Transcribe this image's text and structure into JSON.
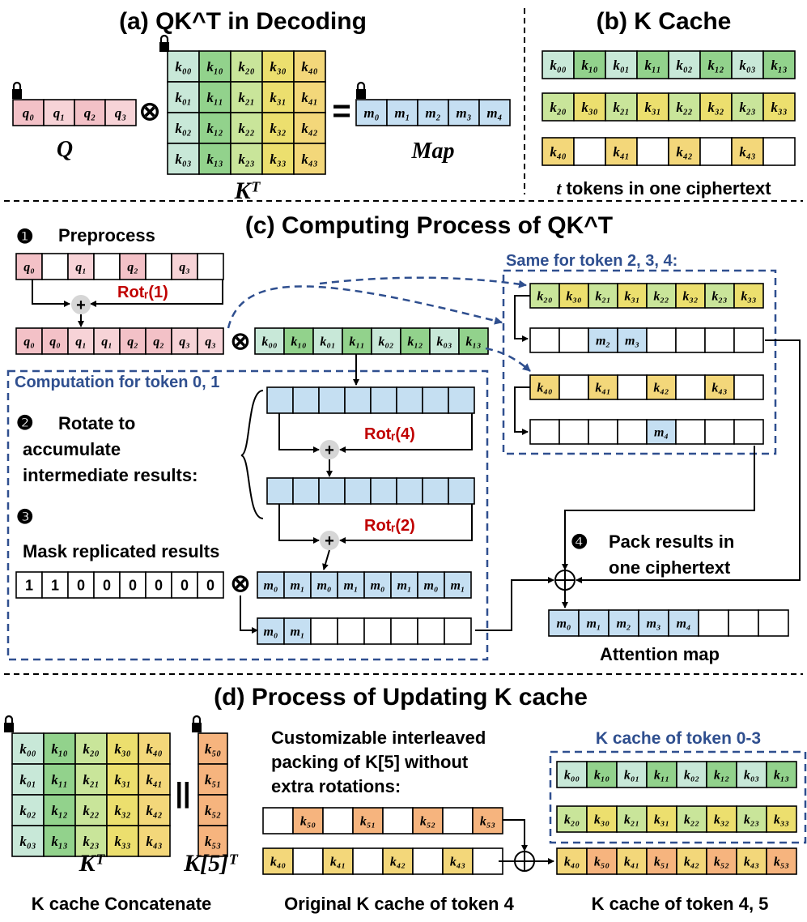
{
  "colors": {
    "q": "#f4c7cc",
    "k_green": "#8fd08a",
    "k_lightgreen": "#c4e49a",
    "k_yellow": "#f2e06a",
    "k_orange": "#f5b27a",
    "k_teal": "#bfe3dc",
    "m_blue": "#c5dff2",
    "dashed_blue": "#2f4f8f",
    "rot_red": "#c00000"
  },
  "panel_a": {
    "title": "(a) QK^T in Decoding",
    "q_cells": [
      "q₀",
      "q₁",
      "q₂",
      "q₃"
    ],
    "q_label": "Q",
    "kt_label": "Kᵀ",
    "kt_rows": [
      [
        "k₀₀",
        "k₁₀",
        "k₂₀",
        "k₃₀",
        "k₄₀"
      ],
      [
        "k₀₁",
        "k₁₁",
        "k₂₁",
        "k₃₁",
        "k₄₁"
      ],
      [
        "k₀₂",
        "k₁₂",
        "k₂₂",
        "k₃₂",
        "k₄₂"
      ],
      [
        "k₀₃",
        "k₁₃",
        "k₂₃",
        "k₃₃",
        "k₄₃"
      ]
    ],
    "otimes": "⊗",
    "equals": "=",
    "map_cells": [
      "m₀",
      "m₁",
      "m₂",
      "m₃",
      "m₄"
    ],
    "map_label": "Map"
  },
  "panel_b": {
    "title": "(b) K Cache",
    "rows": [
      [
        "k₀₀",
        "k₁₀",
        "k₀₁",
        "k₁₁",
        "k₀₂",
        "k₁₂",
        "k₀₃",
        "k₁₃"
      ],
      [
        "k₂₀",
        "k₃₀",
        "k₂₁",
        "k₃₁",
        "k₂₂",
        "k₃₂",
        "k₂₃",
        "k₃₃"
      ],
      [
        "k₄₀",
        "",
        "k₄₁",
        "",
        "k₄₂",
        "",
        "k₄₃",
        ""
      ]
    ],
    "caption_t": "t",
    "caption_rest": "tokens in one ciphertext"
  },
  "panel_c": {
    "title": "(c) Computing Process of QK^T",
    "step1_num": "❶",
    "step1": "Preprocess",
    "q_sparse": [
      "q₀",
      "",
      "q₁",
      "",
      "q₂",
      "",
      "q₃",
      ""
    ],
    "rot1": "Rotᵣ(1)",
    "plus": "+",
    "q_dup": [
      "q₀",
      "q₀",
      "q₁",
      "q₁",
      "q₂",
      "q₂",
      "q₃",
      "q₃"
    ],
    "k_row": [
      "k₀₀",
      "k₁₀",
      "k₀₁",
      "k₁₁",
      "k₀₂",
      "k₁₂",
      "k₀₃",
      "k₁₃"
    ],
    "computation_label": "Computation for token 0, 1",
    "step2_num": "❷",
    "step2_line1": "Rotate to",
    "step2_line2": "accumulate",
    "step2_line3": "intermediate results:",
    "rot4": "Rotᵣ(4)",
    "rot2": "Rotᵣ(2)",
    "step3_num": "❸",
    "step3": "Mask replicated results",
    "mask": [
      "1",
      "1",
      "0",
      "0",
      "0",
      "0",
      "0",
      "0"
    ],
    "m_rep": [
      "m₀",
      "m₁",
      "m₀",
      "m₁",
      "m₀",
      "m₁",
      "m₀",
      "m₁"
    ],
    "m_out": [
      "m₀",
      "m₁",
      "",
      "",
      "",
      "",
      "",
      ""
    ],
    "same_label": "Same for token 2, 3, 4:",
    "same_k1": [
      "k₂₀",
      "k₃₀",
      "k₂₁",
      "k₃₁",
      "k₂₂",
      "k₃₂",
      "k₂₃",
      "k₃₃"
    ],
    "same_m1": [
      "",
      "",
      "m₂",
      "m₃",
      "",
      "",
      "",
      ""
    ],
    "same_k2": [
      "k₄₀",
      "",
      "k₄₁",
      "",
      "k₄₂",
      "",
      "k₄₃",
      ""
    ],
    "same_m2": [
      "",
      "",
      "",
      "",
      "m₄",
      "",
      "",
      ""
    ],
    "step4_num": "❹",
    "step4_line1": "Pack results in",
    "step4_line2": "one ciphertext",
    "attn": [
      "m₀",
      "m₁",
      "m₂",
      "m₃",
      "m₄",
      "",
      "",
      ""
    ],
    "attn_label": "Attention map"
  },
  "panel_d": {
    "title": "(d) Process of Updating K cache",
    "kt_label": "Kᵀ",
    "k5_label": "K[5]ᵀ",
    "concat": "||",
    "k5_cells": [
      "k₅₀",
      "k₅₁",
      "k₅₂",
      "k₅₃"
    ],
    "caption_left": "K cache Concatenate",
    "text_line1": "Customizable interleaved",
    "text_line2": "packing of K[5] without",
    "text_line3": "extra rotations:",
    "k5_sparse": [
      "",
      "k₅₀",
      "",
      "k₅₁",
      "",
      "k₅₂",
      "",
      "k₅₃"
    ],
    "k4_sparse": [
      "k₄₀",
      "",
      "k₄₁",
      "",
      "k₄₂",
      "",
      "k₄₃",
      ""
    ],
    "caption_mid": "Original K cache of token 4",
    "cache03_label": "K cache of token 0-3",
    "cache03_row1": [
      "k₀₀",
      "k₁₀",
      "k₀₁",
      "k₁₁",
      "k₀₂",
      "k₁₂",
      "k₀₃",
      "k₁₃"
    ],
    "cache03_row2": [
      "k₂₀",
      "k₃₀",
      "k₂₁",
      "k₃₁",
      "k₂₂",
      "k₃₂",
      "k₂₃",
      "k₃₃"
    ],
    "k45": [
      "k₄₀",
      "k₅₀",
      "k₄₁",
      "k₅₁",
      "k₄₂",
      "k₅₂",
      "k₄₃",
      "k₅₃"
    ],
    "caption_right": "K cache of token 4, 5"
  }
}
